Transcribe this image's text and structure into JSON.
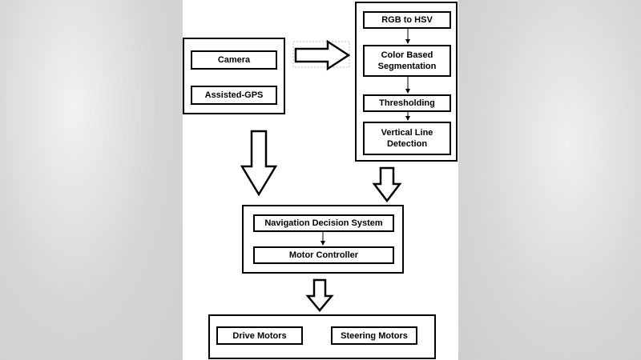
{
  "diagram": {
    "sensors": {
      "items": [
        {
          "label": "Camera"
        },
        {
          "label": "Assisted-GPS"
        }
      ]
    },
    "processing": {
      "steps": [
        {
          "label": "RGB to HSV"
        },
        {
          "label": "Color Based Segmentation"
        },
        {
          "label": "Thresholding"
        },
        {
          "label": "Vertical Line Detection"
        }
      ]
    },
    "control": {
      "steps": [
        {
          "label": "Navigation Decision System"
        },
        {
          "label": "Motor Controller"
        }
      ]
    },
    "actuators": {
      "items": [
        {
          "label": "Drive Motors"
        },
        {
          "label": "Steering Motors"
        }
      ]
    },
    "colors": {
      "stroke": "#000000",
      "fill": "#ffffff",
      "canvas": "#ffffff",
      "backdrop": "#d6d6d6"
    }
  }
}
